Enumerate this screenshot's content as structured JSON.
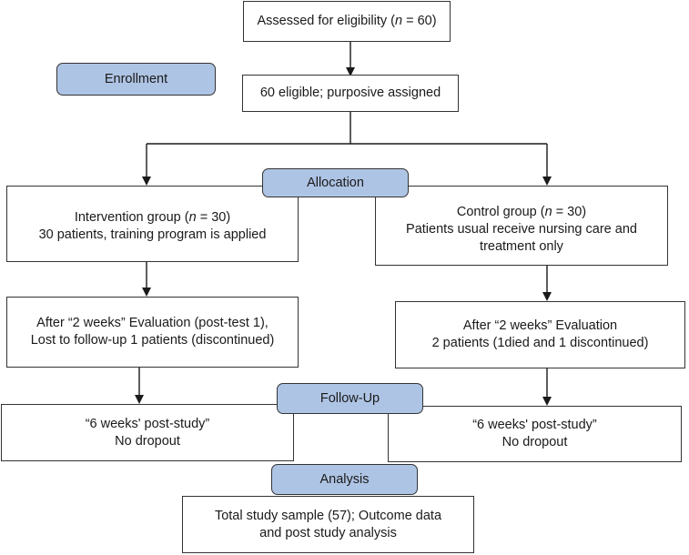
{
  "stage_color": "#aec4e4",
  "stages": {
    "enrollment": "Enrollment",
    "allocation": "Allocation",
    "follow_up": "Follow-Up",
    "analysis": "Analysis"
  },
  "assessed": {
    "prefix": "Assessed for eligibility (",
    "n": "n",
    "suffix": " = 60)"
  },
  "eligible": "60 eligible; purposive assigned",
  "intervention": {
    "line1_prefix": "Intervention group (",
    "line1_n": "n",
    "line1_suffix": " = 30)",
    "line2": "30 patients, training program is applied"
  },
  "control": {
    "line1_prefix": "Control group (",
    "line1_n": "n",
    "line1_suffix": " = 30)",
    "line2": "Patients usual receive nursing care and",
    "line3": "treatment only"
  },
  "intervention_eval": {
    "line1": "After “2 weeks” Evaluation (post-test 1),",
    "line2": "Lost to follow-up 1 patients (discontinued)"
  },
  "control_eval": {
    "line1": "After “2 weeks” Evaluation",
    "line2": "2 patients (1died and 1 discontinued)"
  },
  "intervention_post": {
    "line1": "“6 weeks' post-study”",
    "line2": "No dropout"
  },
  "control_post": {
    "line1": "“6 weeks' post-study”",
    "line2": "No dropout"
  },
  "total": {
    "line1": "Total study sample (57); Outcome data",
    "line2": "and post study analysis"
  }
}
